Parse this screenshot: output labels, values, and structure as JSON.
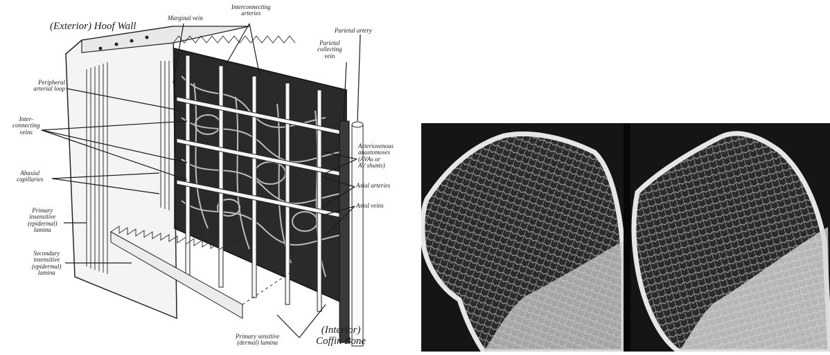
{
  "diagram": {
    "title_exterior": "(Exterior) Hoof Wall",
    "label_interior": "(Interior)",
    "label_coffin_bone": "Coffin Bone",
    "labels": {
      "marginal_vein": "Marginal vein",
      "interconnecting_arteries_1": "Interconnecting",
      "interconnecting_arteries_2": "arteries",
      "parietal_artery": "Parietal artery",
      "parietal_collecting_vein_1": "Parietal",
      "parietal_collecting_vein_2": "collecting",
      "parietal_collecting_vein_3": "vein",
      "peripheral_loop_1": "Peripheral",
      "peripheral_loop_2": "arterial loop",
      "interconnecting_veins_1": "Inter-",
      "interconnecting_veins_2": "connecting",
      "interconnecting_veins_3": "veins",
      "avas_1": "Arteriovenous",
      "avas_2": "anastomoses",
      "avas_3": "(AVAs or",
      "avas_4": "AV shunts)",
      "abaxial_1": "Abaxial",
      "abaxial_2": "capillaries",
      "axial_arteries": "Axial arteries",
      "axial_veins": "Axial veins",
      "primary_insensitive_1": "Primary",
      "primary_insensitive_2": "insensitive",
      "primary_insensitive_3": "(epidermal)",
      "primary_insensitive_4": "lamina",
      "secondary_insensitive_1": "Secondary",
      "secondary_insensitive_2": "insensitive",
      "secondary_insensitive_3": "(epidermal)",
      "secondary_insensitive_4": "lamina",
      "primary_sensitive_1": "Primary sensitive",
      "primary_sensitive_2": "(dermal) lamina"
    }
  },
  "xray": {
    "background_color": "#151515",
    "bone_color": "#e6e6e6"
  }
}
